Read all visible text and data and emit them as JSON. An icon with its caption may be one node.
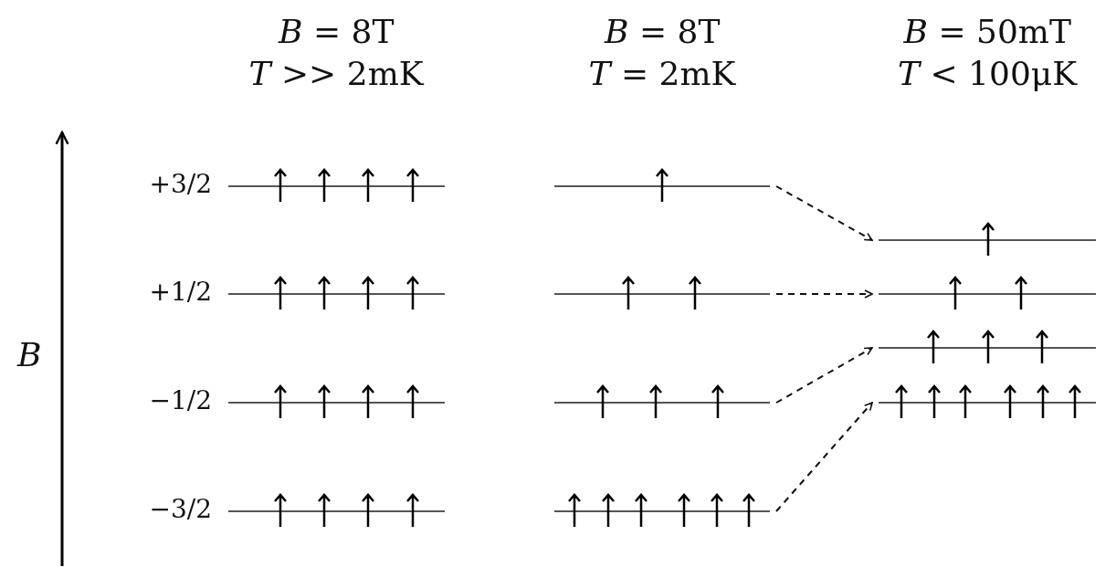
{
  "diagram": {
    "nodes": [
      {
        "text": [],
        "shape": "bar"
      },
      {
        "text": [],
        "shape": "bar"
      },
      {
        "text": [],
        "shape": "bar"
      },
      {
        "text": [],
        "shape": "bar"
      },
      {
        "text": [],
        "shape": "bar"
      },
      {
        "text": [],
        "shape": "bar"
      },
      {
        "text": [],
        "shape": "bar"
      },
      {
        "text": [],
        "shape": "bar"
      },
      {
        "text": [],
        "shape": "bar"
      },
      {
        "text": [],
        "shape": "bar"
      },
      {
        "text": [],
        "shape": "bar"
      },
      {
        "text": [],
        "shape": "bar"
      }
    ],
    "edges": [
      {
        "from": 4,
        "to": 8,
        "arrow": "to",
        "style": "dashed"
      },
      {
        "from": 5,
        "to": 9,
        "arrow": "to",
        "style": "dashed"
      },
      {
        "from": 6,
        "to": 10,
        "arrow": "to",
        "style": "dashed"
      },
      {
        "from": 7,
        "to": 11,
        "arrow": "to",
        "style": "dashed"
      }
    ],
    "labels": [
      "*B* = 8T",
      "*T* >> 2mK",
      "*B* = 8T",
      "*T* = 2mK",
      "*B* = 50mT",
      "*T* < 100μK",
      "+3/2",
      "+1/2",
      "−1/2",
      "−3/2",
      "*B*"
    ]
  }
}
